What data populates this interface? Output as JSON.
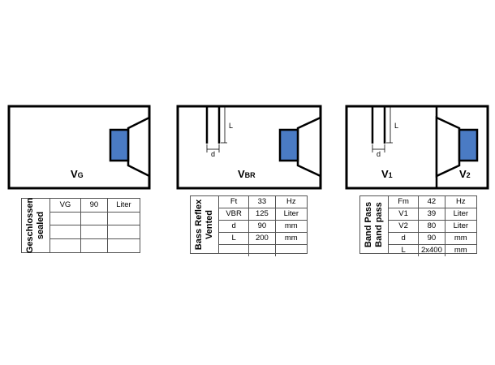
{
  "boxes": {
    "sealed": {
      "label_main": "V",
      "label_sub": "G"
    },
    "vented": {
      "label_main": "V",
      "label_sub": "BR",
      "port_length": "L",
      "port_diameter": "d"
    },
    "bandpass": {
      "label1_main": "V",
      "label1_sub": "1",
      "label2_main": "V",
      "label2_sub": "2",
      "port_length": "L",
      "port_diameter": "d"
    }
  },
  "tables": {
    "sealed": {
      "title_line1": "Geschlossen",
      "title_line2": "sealed",
      "rows": [
        [
          "VG",
          "90",
          "Liter"
        ],
        [
          "",
          "",
          ""
        ],
        [
          "",
          "",
          ""
        ],
        [
          "",
          "",
          ""
        ]
      ]
    },
    "vented": {
      "title_line1": "Bass Reflex",
      "title_line2": "Vented",
      "rows": [
        [
          "Ft",
          "33",
          "Hz"
        ],
        [
          "VBR",
          "125",
          "Liter"
        ],
        [
          "d",
          "90",
          "mm"
        ],
        [
          "L",
          "200",
          "mm"
        ],
        [
          "",
          "",
          ""
        ]
      ]
    },
    "bandpass": {
      "title_line1": "Band Pass",
      "title_line2": "Band pass",
      "rows": [
        [
          "Fm",
          "42",
          "Hz"
        ],
        [
          "V1",
          "39",
          "Liter"
        ],
        [
          "V2",
          "80",
          "Liter"
        ],
        [
          "d",
          "90",
          "mm"
        ],
        [
          "L",
          "2x400",
          "mm"
        ]
      ]
    }
  },
  "colors": {
    "driver": "#4a7bc4",
    "outline": "#000000",
    "grid": "#555555"
  }
}
